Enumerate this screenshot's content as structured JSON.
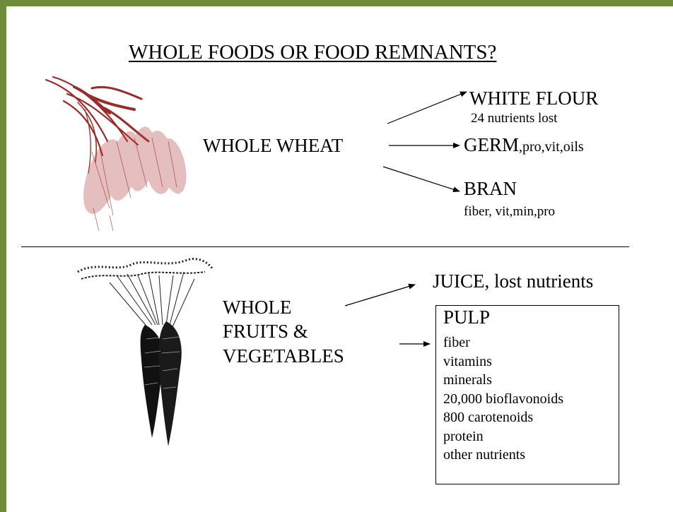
{
  "title": "WHOLE FOODS OR FOOD REMNANTS?",
  "wheat": {
    "source": "WHOLE WHEAT",
    "white_flour": "WHITE FLOUR",
    "white_flour_note": "24 nutrients lost",
    "germ": "GERM",
    "germ_note": ",pro,vit,oils",
    "bran": "BRAN",
    "bran_note": "fiber, vit,min,pro"
  },
  "produce": {
    "source_line1": "WHOLE",
    "source_line2": "FRUITS &",
    "source_line3": "VEGETABLES",
    "juice": "JUICE, lost nutrients",
    "pulp_title": "PULP",
    "pulp_items": [
      "fiber",
      "vitamins",
      "minerals",
      "20,000 bioflavonoids",
      "800 carotenoids",
      "protein",
      "other nutrients"
    ]
  },
  "colors": {
    "frame": "#6f8c3a",
    "wheat": "#9b2a2a"
  },
  "icons": [
    "wheat-illustration",
    "carrot-illustration",
    "arrow-icon"
  ]
}
